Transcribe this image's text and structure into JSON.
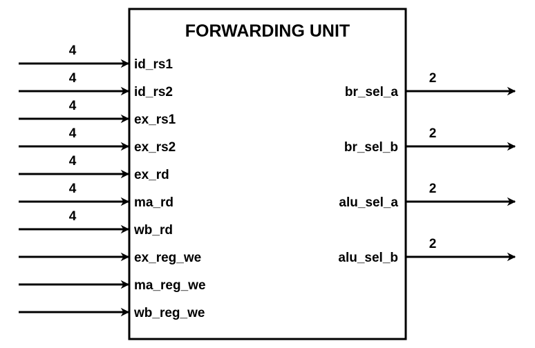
{
  "block": {
    "title": "FORWARDING UNIT"
  },
  "inputs": [
    {
      "name": "id_rs1",
      "width": "4"
    },
    {
      "name": "id_rs2",
      "width": "4"
    },
    {
      "name": "ex_rs1",
      "width": "4"
    },
    {
      "name": "ex_rs2",
      "width": "4"
    },
    {
      "name": "ex_rd",
      "width": "4"
    },
    {
      "name": "ma_rd",
      "width": "4"
    },
    {
      "name": "wb_rd",
      "width": "4"
    },
    {
      "name": "ex_reg_we",
      "width": ""
    },
    {
      "name": "ma_reg_we",
      "width": ""
    },
    {
      "name": "wb_reg_we",
      "width": ""
    }
  ],
  "outputs": [
    {
      "name": "br_sel_a",
      "width": "2"
    },
    {
      "name": "br_sel_b",
      "width": "2"
    },
    {
      "name": "alu_sel_a",
      "width": "2"
    },
    {
      "name": "alu_sel_b",
      "width": "2"
    }
  ],
  "colors": {
    "stroke": "#000000",
    "background": "#ffffff"
  }
}
